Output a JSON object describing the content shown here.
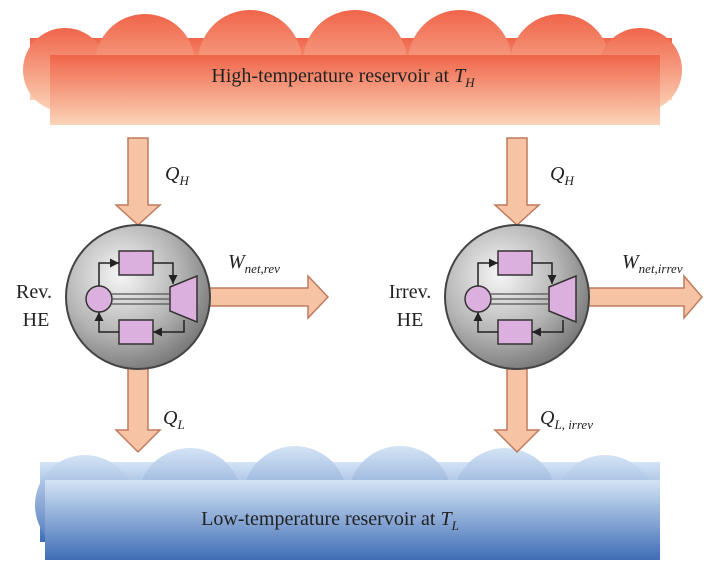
{
  "colors": {
    "hot_light": "#fbd4b8",
    "hot_dark": "#f0654a",
    "cold_light": "#d4e4f6",
    "cold_dark": "#3f6db5",
    "arrow_fill": "#f6c4a5",
    "arrow_stroke": "#c07a5c",
    "engine_box": "#dcb0de",
    "engine_disc_light": "#f6f6f6",
    "engine_disc_dark": "#6a6a6a"
  },
  "diagram": {
    "high_reservoir": {
      "text": "High-temperature reservoir at ",
      "var": "T",
      "var_sub": "H"
    },
    "low_reservoir": {
      "text": "Low-temperature reservoir at ",
      "var": "T",
      "var_sub": "L"
    },
    "rev_engine": {
      "label_line1": "Rev.",
      "label_line2": "HE",
      "heat_in": {
        "var": "Q",
        "sub": "H"
      },
      "work_out": {
        "var": "W",
        "sub": "net,rev"
      },
      "heat_out": {
        "var": "Q",
        "sub": "L"
      }
    },
    "irrev_engine": {
      "label_line1": "Irrev.",
      "label_line2": "HE",
      "heat_in": {
        "var": "Q",
        "sub": "H"
      },
      "work_out": {
        "var": "W",
        "sub": "net,irrev"
      },
      "heat_out": {
        "var": "Q",
        "sub_italic": "L",
        "sub_rest": ", irrev"
      }
    }
  }
}
